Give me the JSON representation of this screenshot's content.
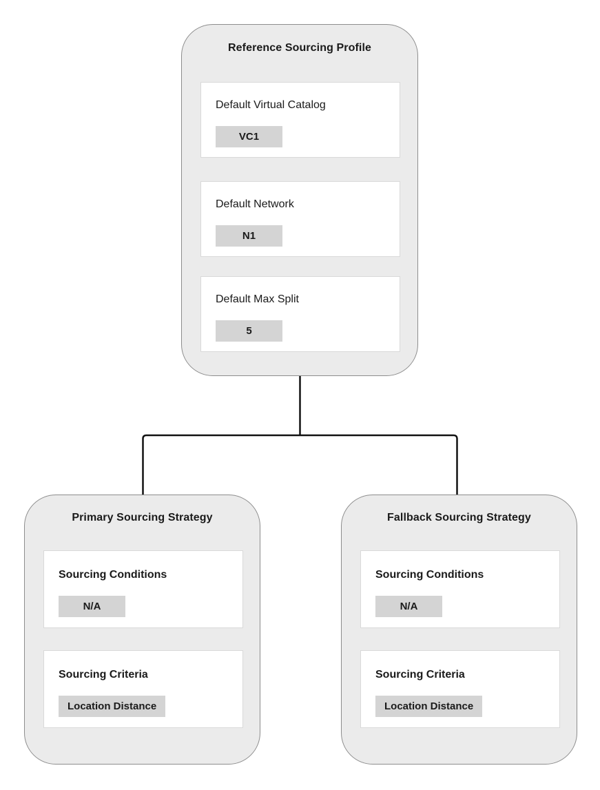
{
  "diagram": {
    "root": {
      "title": "Reference Sourcing Profile",
      "fields": [
        {
          "label": "Default Virtual Catalog",
          "value": "VC1"
        },
        {
          "label": "Default Network",
          "value": "N1"
        },
        {
          "label": "Default Max Split",
          "value": "5"
        }
      ]
    },
    "children": [
      {
        "title": "Primary Sourcing Strategy",
        "fields": [
          {
            "label": "Sourcing Conditions",
            "value": "N/A"
          },
          {
            "label": "Sourcing Criteria",
            "value": "Location Distance"
          }
        ]
      },
      {
        "title": "Fallback Sourcing Strategy",
        "fields": [
          {
            "label": "Sourcing Conditions",
            "value": "N/A"
          },
          {
            "label": "Sourcing Criteria",
            "value": "Location Distance"
          }
        ]
      }
    ],
    "colors": {
      "node_fill": "#ebebeb",
      "node_border": "#8c8c8c",
      "card_fill": "#ffffff",
      "card_border": "#d9d9d9",
      "badge_fill": "#d4d4d4",
      "text": "#1a1a1a",
      "connector": "#111111"
    }
  }
}
